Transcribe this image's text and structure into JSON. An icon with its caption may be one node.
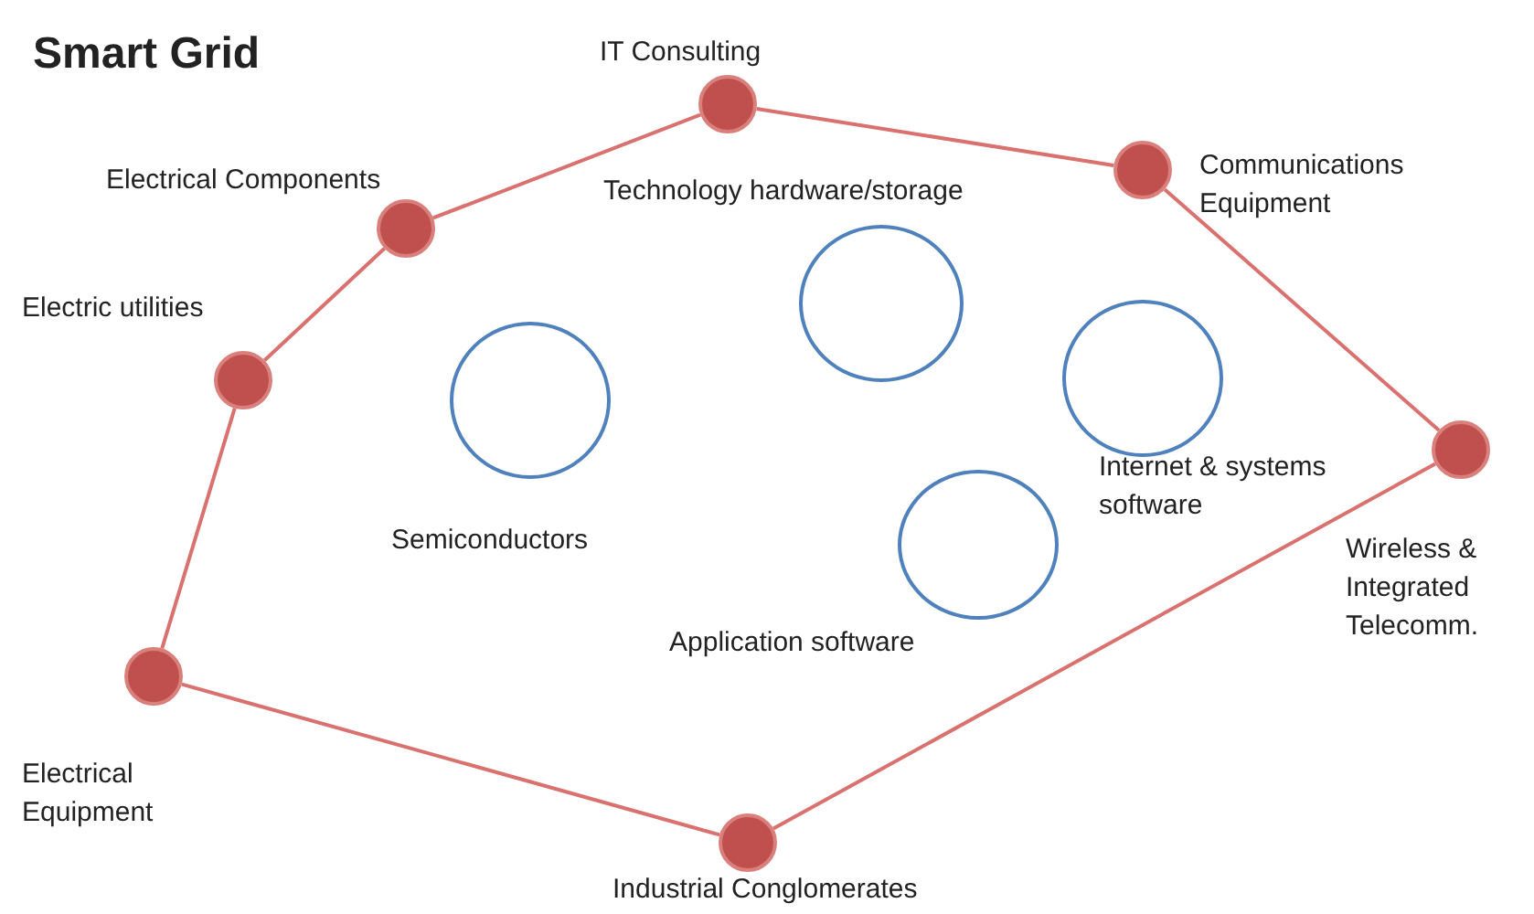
{
  "diagram": {
    "title": "Smart Grid",
    "nodes": [
      {
        "text": [],
        "shape": "circle",
        "beside": [
          "IT Consulting"
        ]
      },
      {
        "text": [],
        "shape": "circle",
        "beside": [
          "Communications Equipment"
        ]
      },
      {
        "text": [],
        "shape": "circle",
        "beside": [
          "Electrical Components"
        ]
      },
      {
        "text": [],
        "shape": "circle",
        "beside": [
          "Electric utilities"
        ]
      },
      {
        "text": [],
        "shape": "circle",
        "beside": [
          "Wireless & Integrated Telecomm."
        ]
      },
      {
        "text": [],
        "shape": "circle",
        "beside": [
          "Electrical Equipment"
        ]
      },
      {
        "text": [],
        "shape": "circle",
        "beside": [
          "Industrial Conglomerates"
        ]
      },
      {
        "text": [],
        "shape": "circle",
        "beside": [
          "Technology hardware/storage"
        ]
      },
      {
        "text": [],
        "shape": "circle",
        "beside": [
          "Internet & systems software"
        ]
      },
      {
        "text": [],
        "shape": "circle",
        "beside": [
          "Semiconductors"
        ]
      },
      {
        "text": [],
        "shape": "circle",
        "beside": [
          "Application software"
        ]
      }
    ],
    "edges": [
      {
        "from": 0,
        "to": 1,
        "arrow": "none"
      },
      {
        "from": 1,
        "to": 4,
        "arrow": "none"
      },
      {
        "from": 4,
        "to": 6,
        "arrow": "none"
      },
      {
        "from": 6,
        "to": 5,
        "arrow": "none"
      },
      {
        "from": 5,
        "to": 3,
        "arrow": "none"
      },
      {
        "from": 3,
        "to": 2,
        "arrow": "none"
      },
      {
        "from": 2,
        "to": 0,
        "arrow": "none"
      }
    ]
  }
}
